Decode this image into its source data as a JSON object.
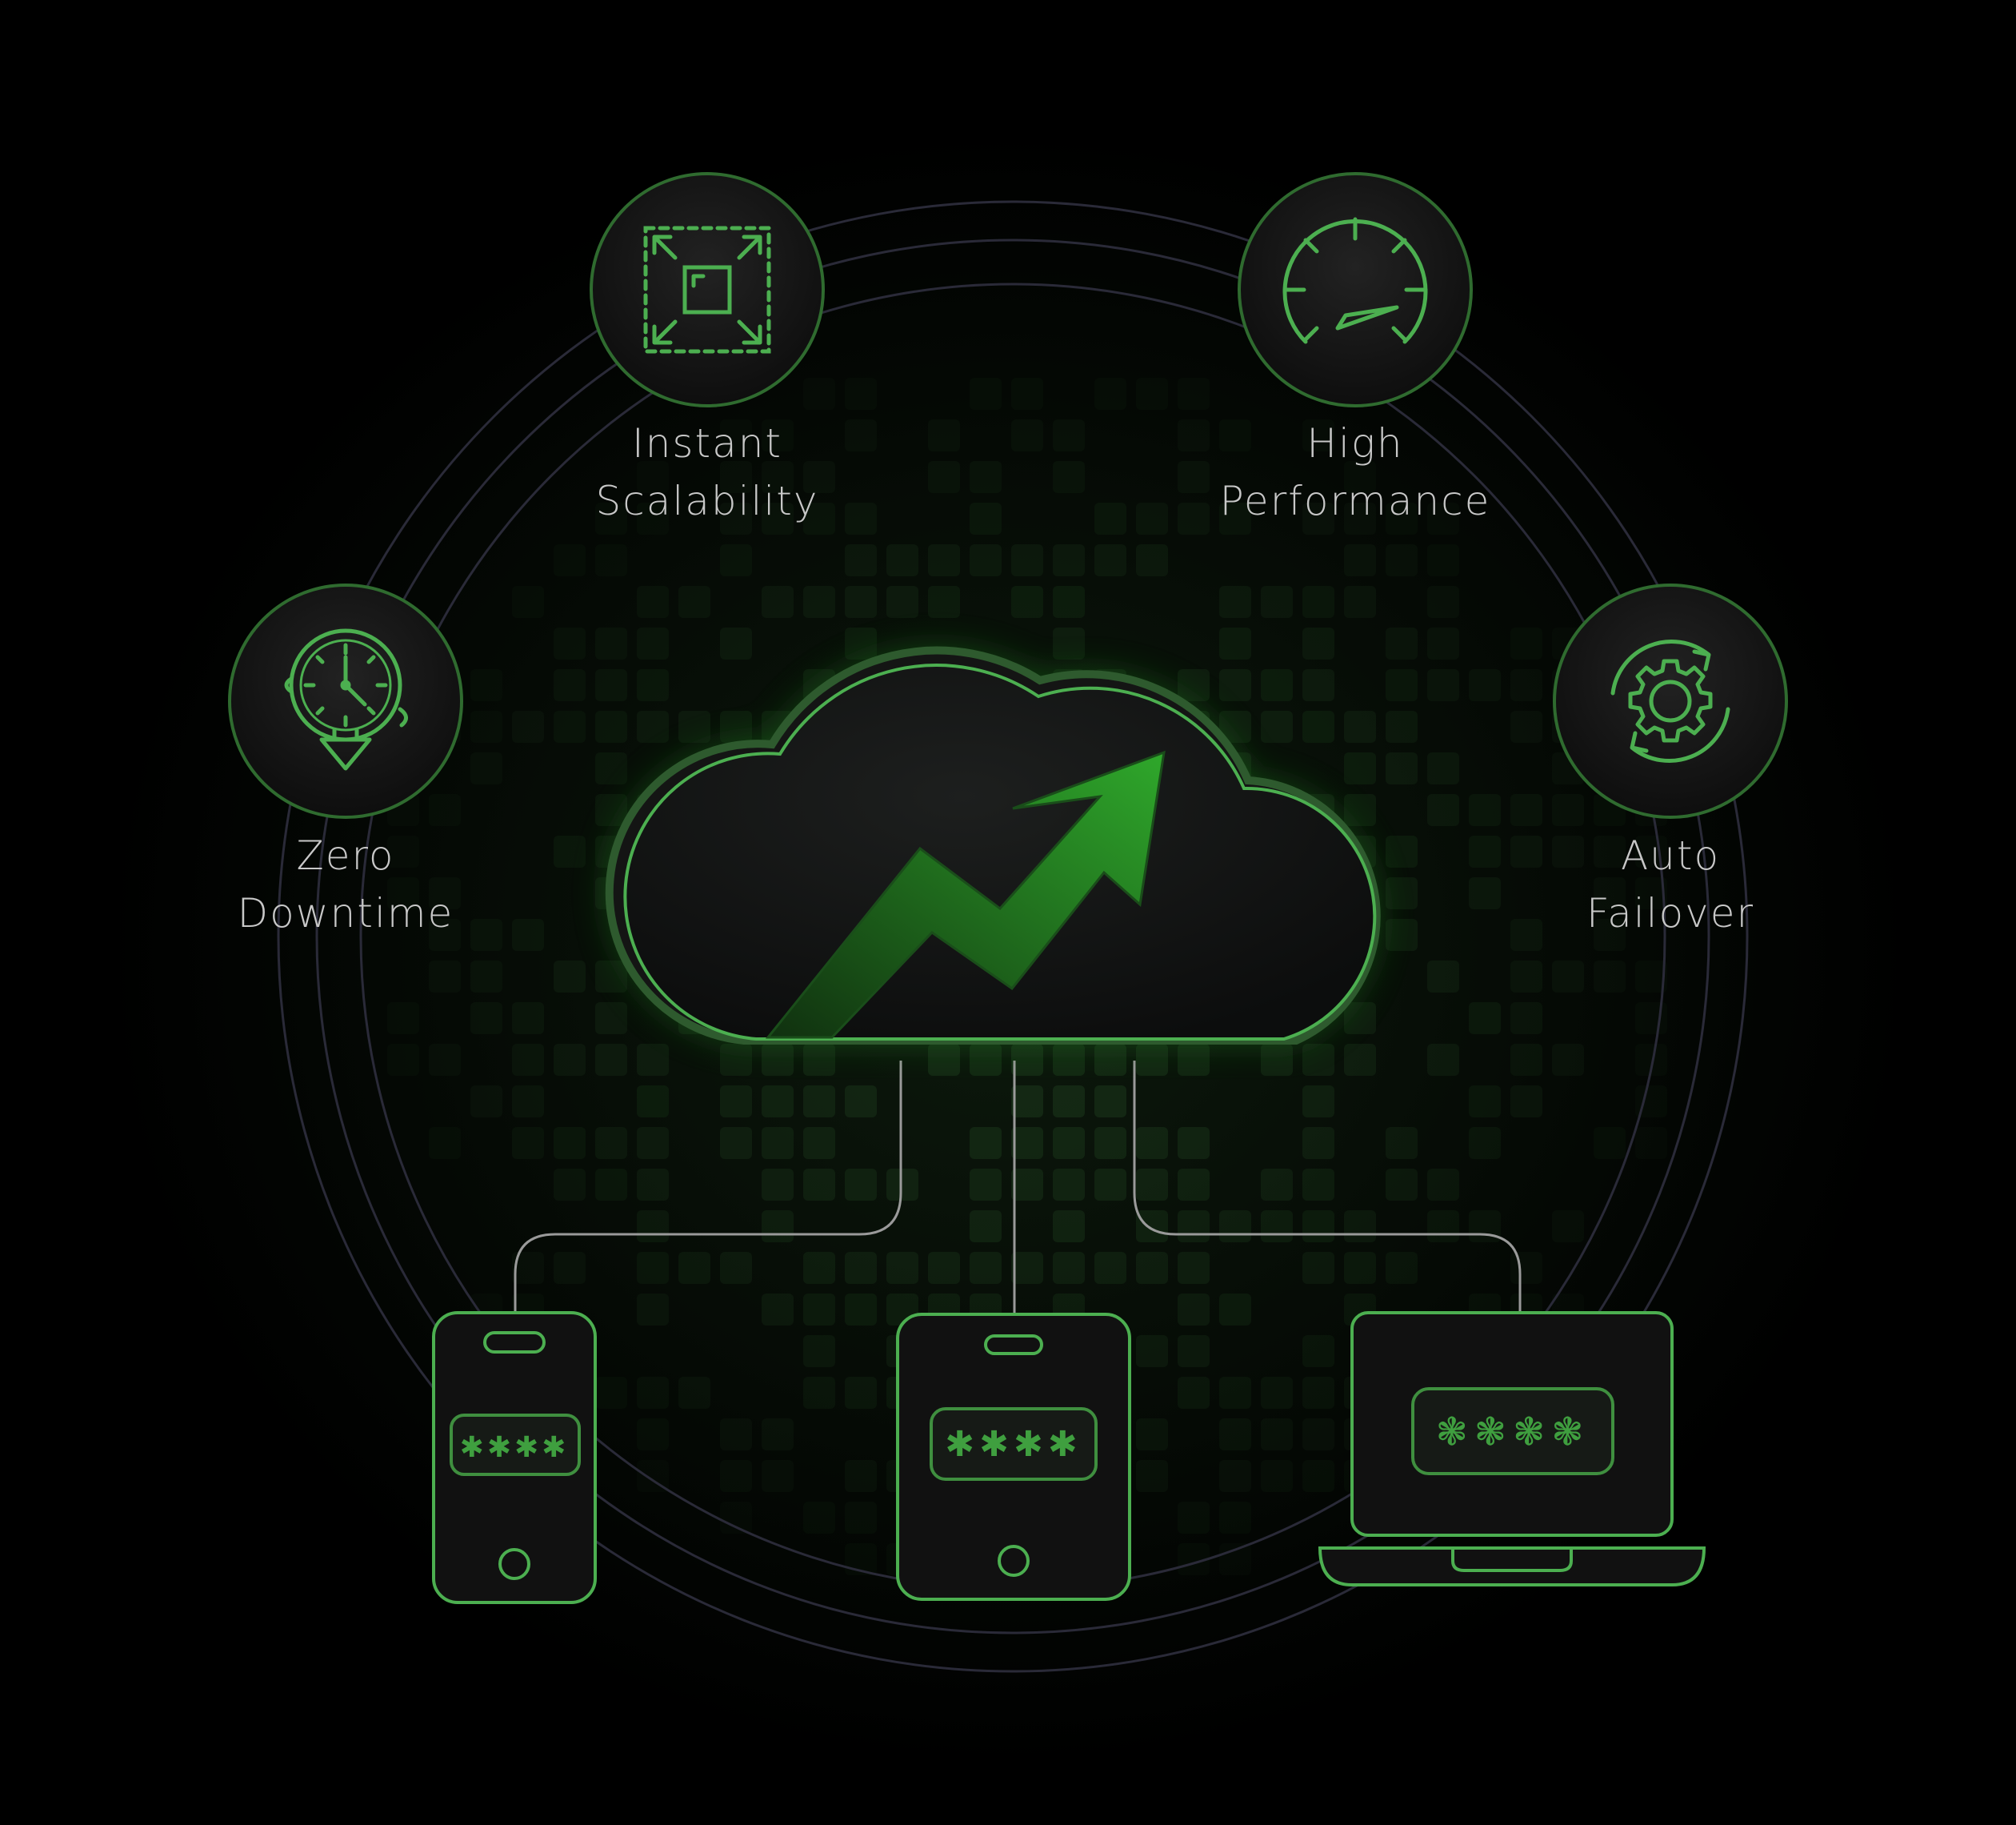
{
  "features": [
    {
      "id": "instant-scalability",
      "icon": "expand-icon",
      "line1": "Instant",
      "line2": "Scalability"
    },
    {
      "id": "high-performance",
      "icon": "speedometer-icon",
      "line1": "High",
      "line2": "Performance"
    },
    {
      "id": "zero-downtime",
      "icon": "stopwatch-icon",
      "line1": "Zero",
      "line2": "Downtime"
    },
    {
      "id": "auto-failover",
      "icon": "gear-sync-icon",
      "line1": "Auto",
      "line2": "Failover"
    }
  ],
  "center": {
    "icon": "cloud-growth-icon"
  },
  "devices": [
    {
      "id": "phone",
      "icon": "smartphone-icon",
      "pin": "✱✱✱✱"
    },
    {
      "id": "tablet",
      "icon": "tablet-icon",
      "pin": "✱✱✱✱"
    },
    {
      "id": "laptop",
      "icon": "laptop-icon",
      "pin": "❃❃❃❃"
    }
  ],
  "colors": {
    "background": "#000000",
    "accent": "#4caf50",
    "accent_bright": "#7fe07f",
    "label": "#c8c8c8",
    "ring": "#2a2a38",
    "connector": "#9a9a9a"
  }
}
